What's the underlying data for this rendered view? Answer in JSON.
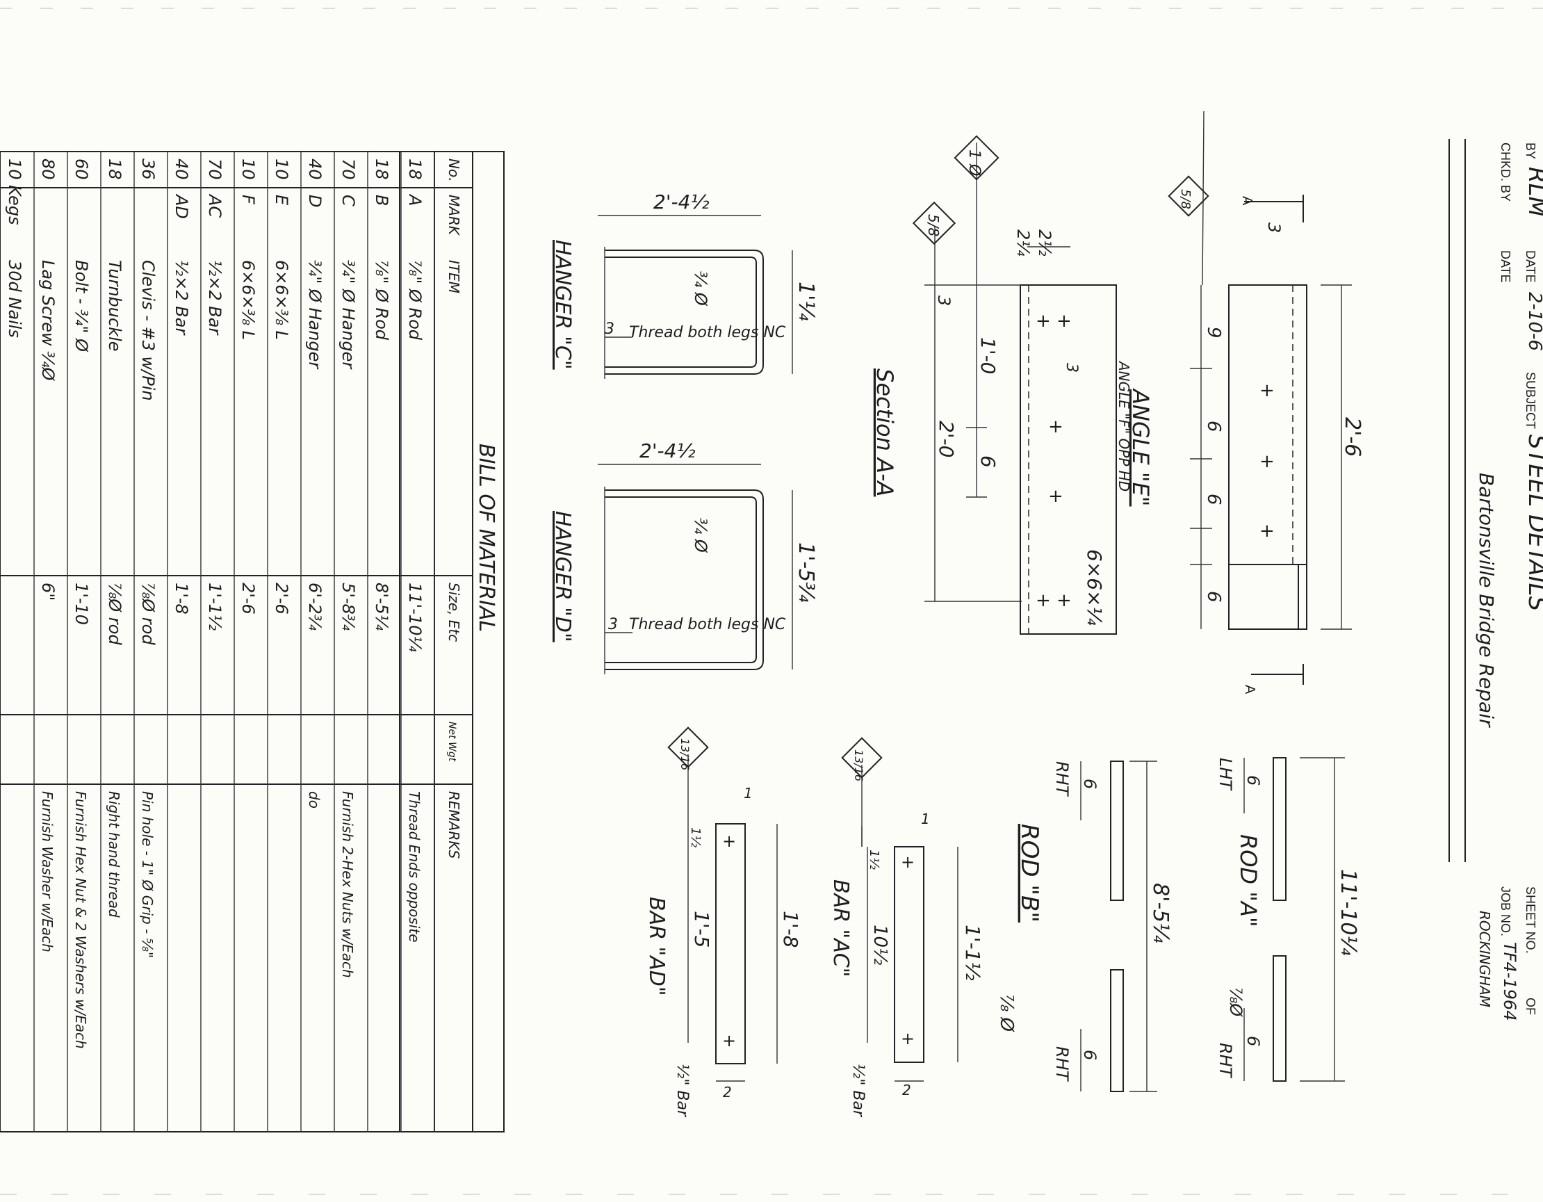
{
  "title_block": {
    "by_label": "BY",
    "by_value": "RLM",
    "date_label": "DATE",
    "date_value": "2-10-6",
    "subject_label": "SUBJECT",
    "subject_value": "STEEL DETAILS",
    "subject_line2": "Bartonsville Bridge Repair",
    "chkd_label": "CHKD. BY",
    "chkd_date_label": "DATE",
    "sheet_label": "SHEET NO.",
    "of_label": "OF",
    "job_label": "JOB NO.",
    "job_value": "TF4-1964",
    "job_line2": "ROCKINGHAM"
  },
  "angle_e": {
    "title": "ANGLE \"E\"",
    "subtitle": "ANGLE \"F\" OPP HD",
    "tag": "5/8",
    "dims": {
      "overall": "2'-6",
      "first": "9",
      "mid1": "6",
      "mid2": "6",
      "end": "6",
      "edge": "3"
    },
    "section_mark": "A"
  },
  "section_aa": {
    "title": "Section A-A",
    "tag1": "1 Ø",
    "tag2": "5/8",
    "dims": {
      "w1": "2¼",
      "w2": "2½",
      "top": "3",
      "span1": "1'-0",
      "span2": "6",
      "overall": "2'-0",
      "gauge": "3"
    },
    "angle_label": "6×6×¼"
  },
  "hanger_c": {
    "title": "HANGER \"C\"",
    "width": "2'-4½",
    "height": "1'¼",
    "rod": "¾ Ø",
    "thread_dim": "3",
    "thread_note": "Thread both legs NC"
  },
  "hanger_d": {
    "title": "HANGER \"D\"",
    "width": "2'-4½",
    "height": "1'-5¾",
    "rod": "¾ Ø",
    "thread_dim": "3",
    "thread_note": "Thread both legs NC"
  },
  "rod_a": {
    "title": "ROD \"A\"",
    "length": "11'-10¼",
    "left_thread": "6",
    "left_label": "LHT",
    "right_thread": "6",
    "right_label": "RHT",
    "dia": "⅞Ø"
  },
  "rod_b": {
    "title": "ROD \"B\"",
    "length": "8'-5¼",
    "left_thread": "6",
    "left_label": "RHT",
    "right_thread": "6",
    "right_label": "RHT",
    "dia": "⅞ Ø"
  },
  "bar_ac": {
    "title": "BAR \"AC\"",
    "tag": "13/16",
    "overall": "1'-1½",
    "hole_spacing": "10½",
    "edge": "1½",
    "top": "1",
    "width": "2",
    "material": "½\" Bar"
  },
  "bar_ad": {
    "title": "BAR \"AD\"",
    "tag": "13/16",
    "overall": "1'-8",
    "hole_spacing": "1'-5",
    "edge": "1½",
    "top": "1",
    "width": "2",
    "material": "½\" Bar"
  },
  "bill": {
    "title": "BILL OF MATERIAL",
    "headers": [
      "No.",
      "MARK",
      "ITEM",
      "Size, Etc",
      "Net Wgt",
      "REMARKS"
    ],
    "rows": [
      [
        "18",
        "A",
        "⅞\" Ø Rod",
        "11'-10¼",
        "",
        "Thread Ends opposite"
      ],
      [
        "18",
        "B",
        "⅞\" Ø Rod",
        "8'-5¼",
        "",
        ""
      ],
      [
        "70",
        "C",
        "¾\" Ø Hanger",
        "5'-8¾",
        "",
        "Furnish 2-Hex Nuts w/Each"
      ],
      [
        "40",
        "D",
        "¾\" Ø Hanger",
        "6'-2¾",
        "",
        "do"
      ],
      [
        "10",
        "E",
        "6×6×⅜ L",
        "2'-6",
        "",
        ""
      ],
      [
        "10",
        "F",
        "6×6×⅜ L",
        "2'-6",
        "",
        ""
      ],
      [
        "70",
        "AC",
        "½×2 Bar",
        "1'-1½",
        "",
        ""
      ],
      [
        "40",
        "AD",
        "½×2 Bar",
        "1'-8",
        "",
        ""
      ],
      [
        "36",
        "",
        "Clevis - #3 w/Pin",
        "⅞Ø rod",
        "",
        "Pin hole - 1\" Ø  Grip - ⅝\""
      ],
      [
        "18",
        "",
        "Turnbuckle",
        "⅞Ø rod",
        "",
        "Right hand thread"
      ],
      [
        "60",
        "",
        "Bolt - ¾\" Ø",
        "1'-10",
        "",
        "Furnish Hex Nut & 2 Washers w/Each"
      ],
      [
        "80",
        "",
        "Lag Screw ¾Ø",
        "6\"",
        "",
        "Furnish Washer w/Each"
      ],
      [
        "10 Kegs",
        "",
        "30d Nails",
        "",
        "",
        ""
      ]
    ]
  }
}
